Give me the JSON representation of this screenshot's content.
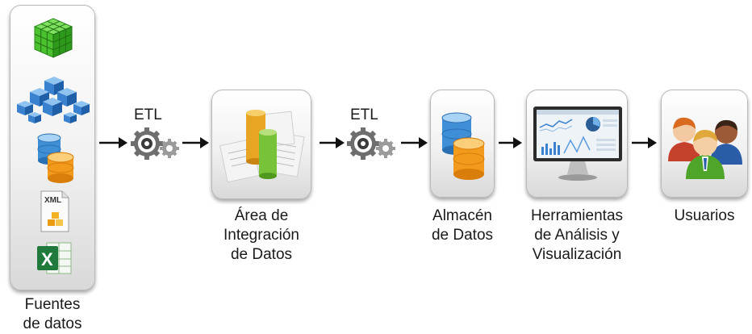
{
  "sources": {
    "label": [
      "Fuentes",
      "de datos"
    ],
    "icons": [
      "data-cube-icon",
      "blocks-cluster-icon",
      "database-icon",
      "xml-file-icon",
      "excel-icon"
    ]
  },
  "etl_1": {
    "label": "ETL"
  },
  "staging": {
    "label": [
      "Área de",
      "Integración",
      "de Datos"
    ]
  },
  "etl_2": {
    "label": "ETL"
  },
  "warehouse": {
    "label": [
      "Almacén",
      "de Datos"
    ]
  },
  "tools": {
    "label": [
      "Herramientas",
      "de Análisis y",
      "Visualización"
    ]
  },
  "users": {
    "label": "Usuarios"
  },
  "colors": {
    "cube_green": "#3fbf2a",
    "blue_block": "#2d6fb8",
    "db_blue": "#3f8fd6",
    "db_orange": "#f29a1c",
    "gear_gray": "#6e6e6e"
  }
}
